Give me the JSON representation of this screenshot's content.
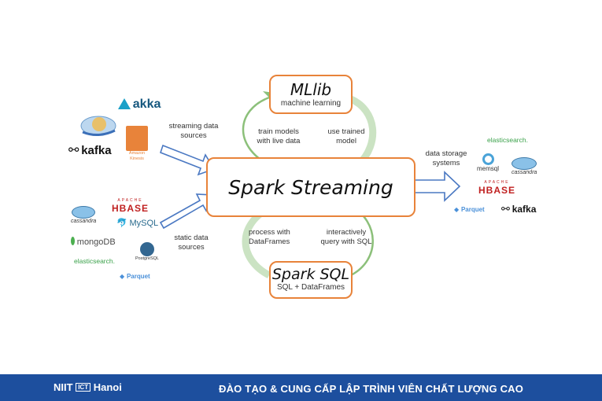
{
  "center": {
    "title": "Spark Streaming"
  },
  "mllib": {
    "title": "MLlib",
    "subtitle": "machine learning"
  },
  "sparksql": {
    "title": "Spark SQL",
    "subtitle": "SQL + DataFrames"
  },
  "labels": {
    "streaming_sources": "streaming data\nsources",
    "static_sources": "static data\nsources",
    "storage_systems": "data storage\nsystems",
    "train_models": "train models\nwith live data",
    "use_trained": "use trained\nmodel",
    "process_df": "process with\nDataFrames",
    "query_sql": "interactively\nquery with SQL"
  },
  "logos": {
    "akka": "akka",
    "kafka": "kafka",
    "amazon_kinesis": "Amazon\nKinesis",
    "hbase": "HBASE",
    "apache": "APACHE",
    "cassandra": "cassandra",
    "mysql": "MySQL",
    "mongodb": "mongoDB",
    "postgresql": "PostgreSQL",
    "elasticsearch": "elasticsearch.",
    "parquet": "Parquet",
    "memsql": "memsql"
  },
  "footer": {
    "brand_niit": "NIIT",
    "brand_ict": "ICT",
    "brand_city": "Hanoi",
    "tagline": "ĐÀO TẠO & CUNG CẤP LẬP TRÌNH VIÊN CHẤT LƯỢNG CAO"
  },
  "colors": {
    "box_border": "#e8833a",
    "arrow_blue": "#4a78c2",
    "curve_green": "#8cc07a",
    "footer_bg": "#1d4f9e"
  }
}
